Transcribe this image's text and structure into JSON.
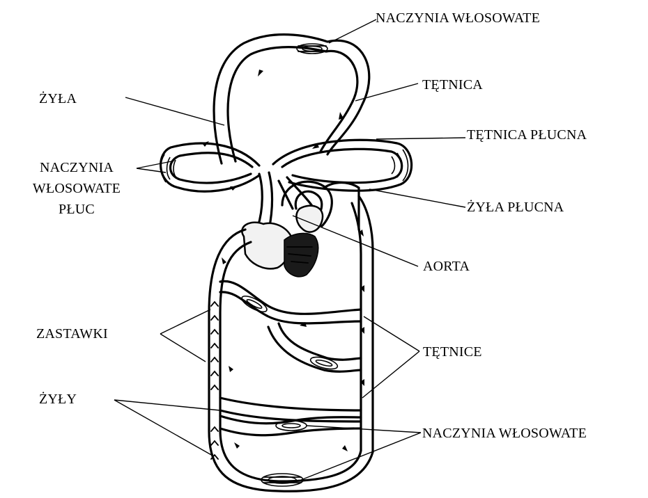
{
  "labels": {
    "capillaries_top": "NACZYNIA WŁOSOWATE",
    "artery": "TĘTNICA",
    "vein": "ŻYŁA",
    "pulmonary_artery": "TĘTNICA PŁUCNA",
    "lung_capillaries_line1": "NACZYNIA",
    "lung_capillaries_line2": "WŁOSOWATE",
    "lung_capillaries_line3": "PŁUC",
    "pulmonary_vein": "ŻYŁA PŁUCNA",
    "aorta": "AORTA",
    "valves": "ZASTAWKI",
    "arteries": "TĘTNICE",
    "veins": "ŻYŁY",
    "capillaries_bottom": "NACZYNIA WŁOSOWATE"
  }
}
